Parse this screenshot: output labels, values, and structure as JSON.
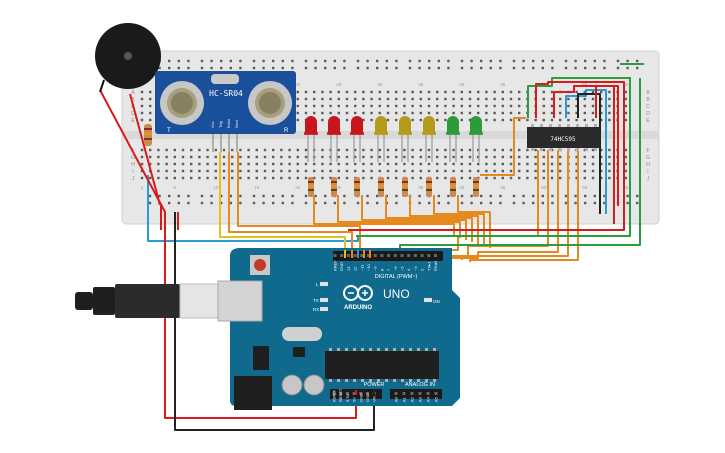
{
  "sensor": {
    "label": "HC-SR04",
    "pins": [
      "Vcc",
      "Trig",
      "Echo",
      "Gnd"
    ],
    "left_mark": "T",
    "right_mark": "R"
  },
  "shift_register": {
    "label": "74HC595"
  },
  "arduino": {
    "brand": "ARDUINO",
    "model": "UNO",
    "digital_header": "DIGITAL (PWM~)",
    "power_header": "POWER",
    "analog_header": "ANALOG IN",
    "on_label": "ON",
    "l_label": "L",
    "tx_label": "TX",
    "rx_label": "RX",
    "digital_pins": [
      "AREF",
      "GND",
      "13",
      "12",
      "~11",
      "~10",
      "~9",
      "8",
      "7",
      "~6",
      "~5",
      "4",
      "~3",
      "2",
      "TX▸1",
      "RX◂0"
    ],
    "power_pins": [
      "IOREF",
      "RESET",
      "3.3V",
      "5V",
      "GND",
      "GND",
      "Vin"
    ],
    "analog_pins": [
      "A0",
      "A1",
      "A2",
      "A3",
      "A4",
      "A5"
    ]
  },
  "breadboard": {
    "row_letters_top": [
      "A",
      "B",
      "C",
      "D",
      "E"
    ],
    "row_letters_bottom": [
      "F",
      "G",
      "H",
      "I",
      "J"
    ],
    "column_numbers": [
      "1",
      "5",
      "10",
      "15",
      "20",
      "25",
      "30",
      "35",
      "40",
      "45",
      "50",
      "55",
      "60"
    ]
  },
  "leds": [
    {
      "color": "#c8161d"
    },
    {
      "color": "#c8161d"
    },
    {
      "color": "#c8161d"
    },
    {
      "color": "#b59a1c"
    },
    {
      "color": "#b59a1c"
    },
    {
      "color": "#b59a1c"
    },
    {
      "color": "#2e9b3a"
    },
    {
      "color": "#2e9b3a"
    }
  ],
  "colors": {
    "breadboard": "#e7e7e7",
    "arduino_board": "#0f6a8e",
    "sensor_board": "#1a4f9c",
    "wire_orange": "#e58a1f",
    "wire_red": "#d81b1b",
    "wire_blue": "#2a9bd5",
    "wire_green": "#2a9e3c",
    "wire_black": "#222222",
    "wire_yellow": "#e2c21a"
  }
}
